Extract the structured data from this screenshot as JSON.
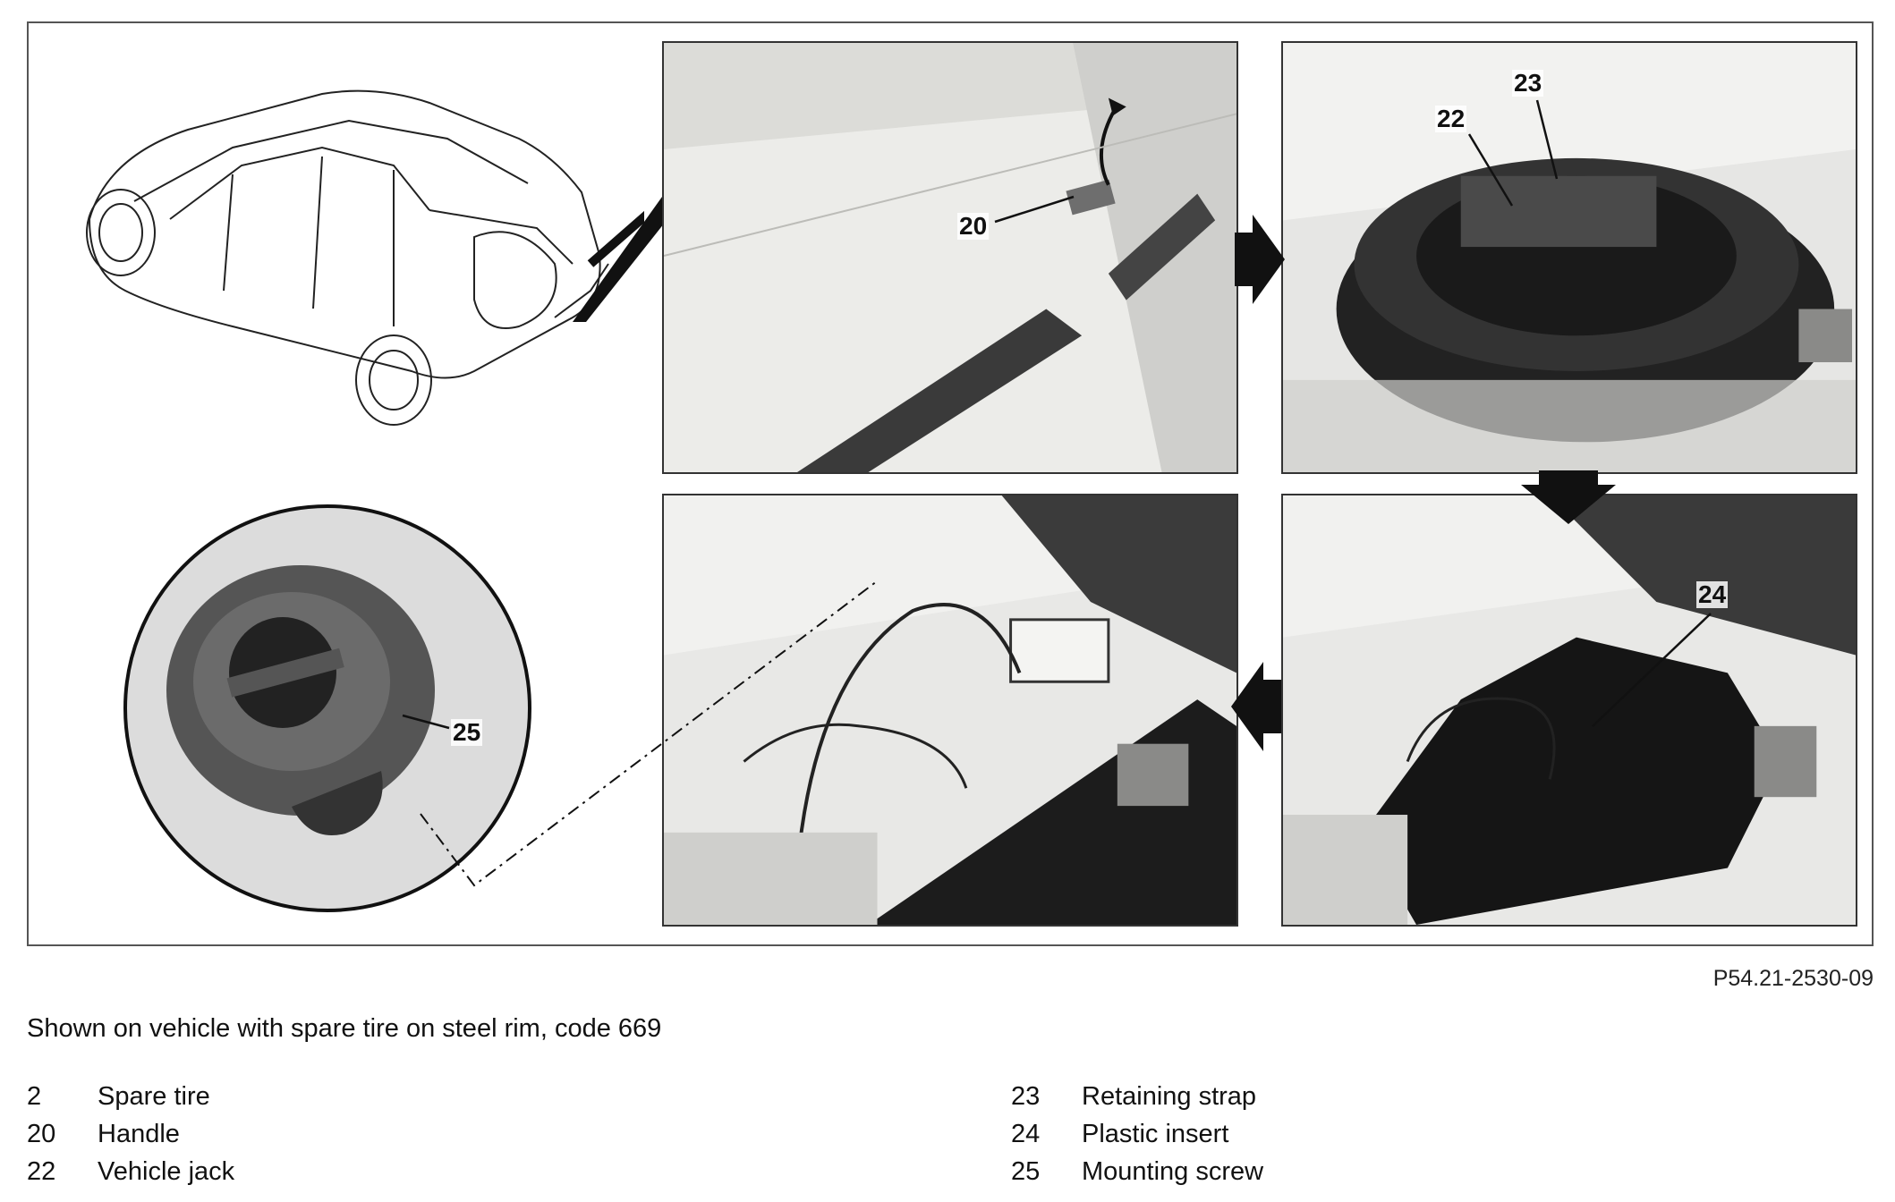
{
  "figure_code": "P54.21-2530-09",
  "caption": "Shown on vehicle with spare tire on steel rim, code 669",
  "callouts": {
    "c20": "20",
    "c22": "22",
    "c23": "23",
    "c24": "24",
    "c25": "25"
  },
  "legend_left": [
    {
      "num": "2",
      "label": "Spare tire"
    },
    {
      "num": "20",
      "label": "Handle"
    },
    {
      "num": "22",
      "label": "Vehicle jack"
    }
  ],
  "legend_right": [
    {
      "num": "23",
      "label": "Retaining strap"
    },
    {
      "num": "24",
      "label": "Plastic insert"
    },
    {
      "num": "25",
      "label": "Mounting screw"
    }
  ]
}
